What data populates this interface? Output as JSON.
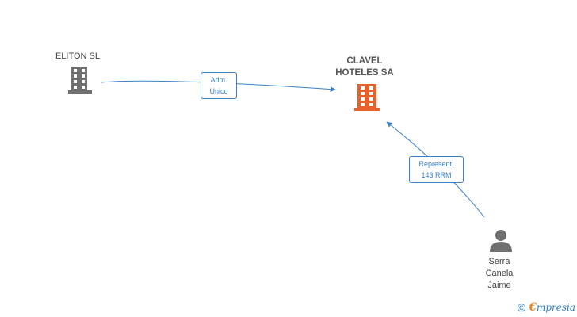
{
  "nodes": {
    "eliton": {
      "name": "ELITON  SL",
      "icon": "building-icon",
      "color": "#707070"
    },
    "clavel": {
      "name_lines": [
        "CLAVEL",
        "HOTELES SA"
      ],
      "icon": "building-icon",
      "color": "#e8602a"
    },
    "person": {
      "name_lines": [
        "Serra",
        "Canela",
        "Jaime"
      ],
      "icon": "person-icon",
      "color": "#707070"
    }
  },
  "edges": {
    "adm": {
      "label_lines": [
        "Adm.",
        "Unico"
      ]
    },
    "represent": {
      "label_lines": [
        "Represent.",
        "143 RRM"
      ]
    }
  },
  "colors": {
    "edge": "#3a80c8",
    "brand": "#2a7ec0",
    "brand_accent": "#e8842a"
  },
  "footer": {
    "copyright_symbol": "©",
    "brand_first": "€",
    "brand_rest": "mpresia"
  }
}
